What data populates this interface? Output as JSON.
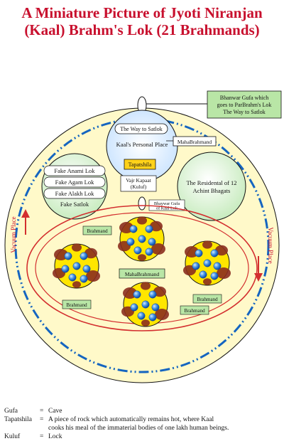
{
  "title": {
    "line1": "A Miniature Picture of Jyoti Niranjan",
    "line2": "(Kaal) Brahm's Lok (21 Brahmands)"
  },
  "diagram": {
    "vacuum_left": "Vacuum Place",
    "vacuum_right": "Vacuum Place",
    "bhanwar_gufa": [
      "Bhanwar Gufa which",
      "goes to ParBrahm's Lok",
      "The Way to Satlok"
    ],
    "way_to_satlok": "The Way to Satlok",
    "kaal_personal_place": "Kaal's Personal Place",
    "maha_brahmand_top": "MahaBrahmand",
    "tapatshila": "Tapatshila",
    "fake_loks": [
      "Fake Anami Lok",
      "Fake Agam Lok",
      "Fake Alakh Lok",
      "Fake Satlok"
    ],
    "achint": [
      "The Residental of 12",
      "Achint Bhagats"
    ],
    "vajr_kapaat": [
      "Vajr Kapaat",
      "(Kuluf)"
    ],
    "bhaywar_gufa": [
      "Bhaywar Gufa",
      "of Kaal Lok"
    ],
    "brahmand_label": "Brahmand",
    "maha_brahmand_center": "MahaBrahmand"
  },
  "legend": [
    {
      "term": "Gufa",
      "def": "Cave"
    },
    {
      "term": "Tapatshila",
      "def": "A piece of rock which automatically remains hot, where Kaal",
      "def2": "cooks his meal of the immaterial bodies of one lakh human beings."
    },
    {
      "term": "Kuluf",
      "def": "Lock"
    }
  ],
  "colors": {
    "title": "#c8102e",
    "outer_dash": "#1565c0",
    "orbit": "#d32f2f",
    "field": "#fff7a8",
    "label_box": "#b9e6a6",
    "tapatshila_box": "#ffd21a",
    "planet_yellow": "#ffe600",
    "planet_rock": "#8b2e1e",
    "globe": "#1e88e5"
  }
}
